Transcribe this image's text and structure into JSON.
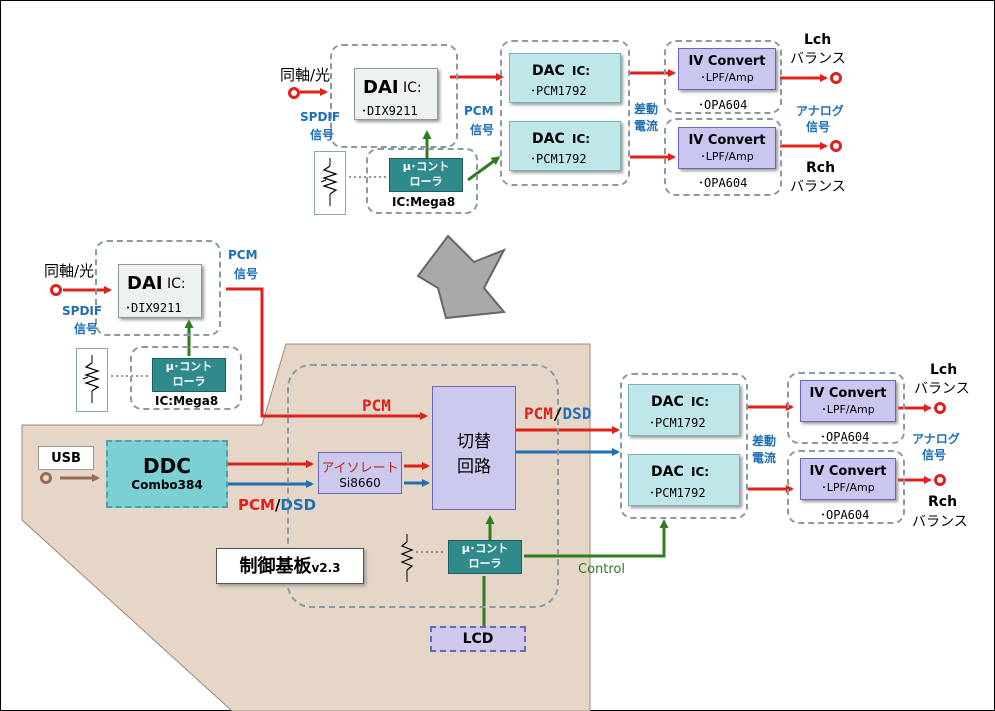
{
  "top": {
    "input_label": "同軸/光",
    "spdif_line1": "SPDIF",
    "spdif_line2": "信号",
    "dai_title": "DAI",
    "dai_ic": "IC:",
    "dai_part": "･DIX9211",
    "pcm_line1": "PCM",
    "pcm_line2": "信号",
    "mcu_line1": "μ･コント",
    "mcu_line2": "ローラ",
    "mcu_ic": "IC:Mega8",
    "dac_title": "DAC",
    "dac_ic": "IC:",
    "dac_part": "･PCM1792",
    "diff_line1": "差動",
    "diff_line2": "電流",
    "iv_title": "IV Convert",
    "iv_sub": "･LPF/Amp",
    "iv_part": "･OPA604",
    "lch_line1": "Lch",
    "lch_line2": "バランス",
    "rch_line1": "Rch",
    "rch_line2": "バランス",
    "analog_line1": "アナログ",
    "analog_line2": "信号"
  },
  "bottom": {
    "input_label": "同軸/光",
    "spdif_line1": "SPDIF",
    "spdif_line2": "信号",
    "dai_title": "DAI",
    "dai_ic": "IC:",
    "dai_part": "･DIX9211",
    "pcm_line1": "PCM",
    "pcm_line2": "信号",
    "mcu_line1": "μ･コント",
    "mcu_line2": "ローラ",
    "mcu_ic": "IC:Mega8",
    "usb": "USB",
    "ddc_title": "DDC",
    "ddc_part": "Combo384",
    "pcm_dsd_pcm": "PCM",
    "pcm_dsd_slash": "/",
    "pcm_dsd_dsd": "DSD",
    "iso_title": "アイソレート",
    "iso_part": "Si8660",
    "pcm_bus": "PCM",
    "switch_line1": "切替",
    "switch_line2": "回路",
    "out_pcm": "PCM",
    "out_slash": "/",
    "out_dsd": "DSD",
    "board_title": "制御基板",
    "board_ver": "v2.3",
    "mcu2_line1": "μ･コント",
    "mcu2_line2": "ローラ",
    "control": "Control",
    "lcd": "LCD",
    "dac_title": "DAC",
    "dac_ic": "IC:",
    "dac_part": "･PCM1792",
    "diff_line1": "差動",
    "diff_line2": "電流",
    "iv_title": "IV Convert",
    "iv_sub": "･LPF/Amp",
    "iv_part": "･OPA604",
    "lch_line1": "Lch",
    "lch_line2": "バランス",
    "rch_line1": "Rch",
    "rch_line2": "バランス",
    "analog_line1": "アナログ",
    "analog_line2": "信号"
  },
  "colors": {
    "signal_red": "#e0201a",
    "signal_blue": "#1f6fb6",
    "control_green": "#2e7d1e",
    "board_tan": "#e6d6c8",
    "mcu_teal": "#2f8a8c",
    "dac_cyan": "#bfe6e8",
    "iv_lavender": "#c9c6ef"
  }
}
